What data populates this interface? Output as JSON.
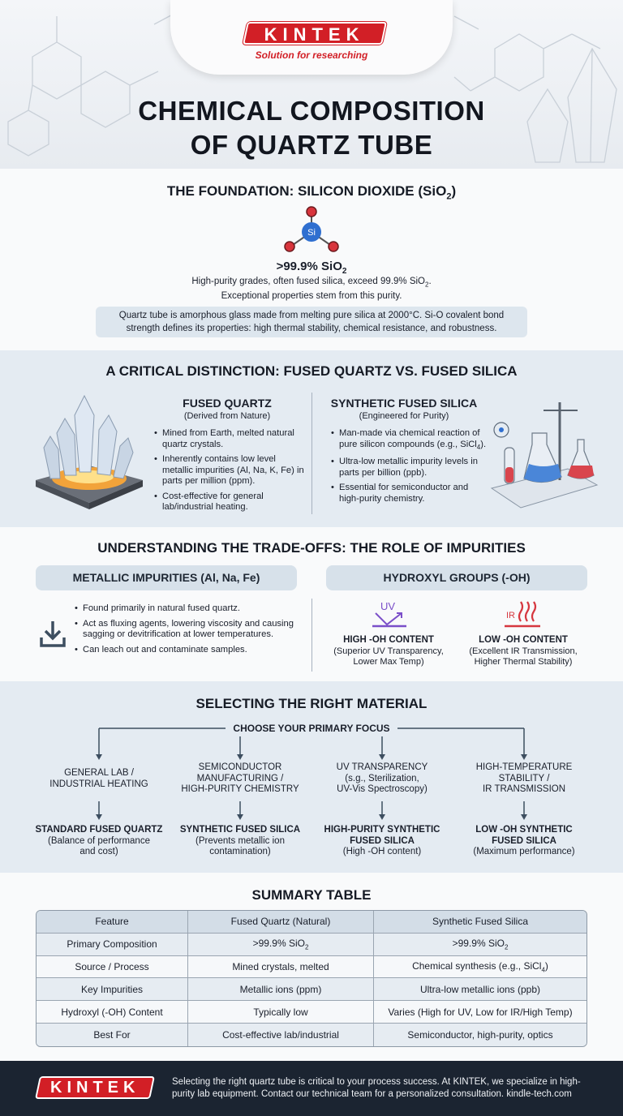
{
  "header": {
    "brand": "KINTEK",
    "tagline": "Solution for researching",
    "title_line1": "CHEMICAL COMPOSITION",
    "title_line2": "OF QUARTZ TUBE"
  },
  "foundation": {
    "title": "THE FOUNDATION: SILICON DIOXIDE (SiO",
    "title_sub": "2",
    "title_end": ")",
    "si_label": "Si",
    "purity": ">99.9% SiO",
    "purity_sub": "2",
    "line1": "High-purity grades, often fused silica, exceed 99.9% SiO",
    "line1_sub": "2",
    "line1_end": ".",
    "line2": "Exceptional properties stem from this purity.",
    "box_line1": "Quartz tube is amorphous glass made from melting pure silica at 2000°C. Si-O covalent bond",
    "box_line2": "strength defines its properties: high thermal stability, chemical resistance, and robustness."
  },
  "distinction": {
    "title": "A CRITICAL DISTINCTION: FUSED QUARTZ VS. FUSED SILICA",
    "left_title": "FUSED QUARTZ",
    "left_sub": "(Derived from Nature)",
    "left_b1": "Mined from Earth, melted natural quartz crystals.",
    "left_b2": "Inherently contains low level metallic impurities (Al, Na, K, Fe) in parts per million (ppm).",
    "left_b3": "Cost-effective for general lab/industrial heating.",
    "right_title": "SYNTHETIC FUSED SILICA",
    "right_sub": "(Engineered for Purity)",
    "right_b1a": "Man-made via chemical reaction of pure silicon compounds (e.g., SiCl",
    "right_b1_sub": "4",
    "right_b1b": ").",
    "right_b2": "Ultra-low metallic impurity levels in parts per billion (ppb).",
    "right_b3": "Essential for semiconductor and high-purity chemistry."
  },
  "tradeoffs": {
    "title": "UNDERSTANDING THE TRADE-OFFS: THE ROLE OF IMPURITIES",
    "left_pill": "METALLIC IMPURITIES (Al, Na, Fe)",
    "left_b1": "Found primarily in natural fused quartz.",
    "left_b2": "Act as fluxing agents, lowering viscosity and causing sagging or devitrification at lower temperatures.",
    "left_b3": "Can leach out and contaminate samples.",
    "right_pill": "HYDROXYL GROUPS (-OH)",
    "uv_icon_text": "UV",
    "ir_icon_text": "IR",
    "high_title": "HIGH -OH CONTENT",
    "high_desc1": "(Superior UV Transparency,",
    "high_desc2": "Lower Max Temp)",
    "low_title": "LOW -OH CONTENT",
    "low_desc1": "(Excellent IR Transmission,",
    "low_desc2": "Higher Thermal Stability)"
  },
  "selecting": {
    "title": "SELECTING THE RIGHT MATERIAL",
    "focus": "CHOOSE YOUR PRIMARY FOCUS",
    "options": [
      {
        "l1": "GENERAL LAB /",
        "l2": "INDUSTRIAL HEATING",
        "l3": ""
      },
      {
        "l1": "SEMICONDUCTOR",
        "l2": "MANUFACTURING /",
        "l3": "HIGH-PURITY CHEMISTRY"
      },
      {
        "l1": "UV TRANSPARENCY",
        "l2": "(s.g., Sterilization,",
        "l3": "UV-Vis Spectroscopy)"
      },
      {
        "l1": "HIGH-TEMPERATURE",
        "l2": "STABILITY /",
        "l3": "IR TRANSMISSION"
      }
    ],
    "results": [
      {
        "l1": "STANDARD FUSED QUARTZ",
        "l2": "(Balance of performance",
        "l3": "and cost)"
      },
      {
        "l1": "SYNTHETIC FUSED SILICA",
        "l2": "(Prevents metallic ion",
        "l3": "contamination)"
      },
      {
        "l1": "HIGH-PURITY SYNTHETIC",
        "l2": "FUSED SILICA",
        "l3": "(High -OH content)"
      },
      {
        "l1": "LOW -OH SYNTHETIC",
        "l2": "FUSED SILICA",
        "l3": "(Maximum performance)"
      }
    ]
  },
  "summary": {
    "title": "SUMMARY TABLE",
    "headers": [
      "Feature",
      "Fused Quartz (Natural)",
      "Synthetic Fused Silica"
    ],
    "r1": [
      "Primary Composition",
      ">99.9% SiO",
      "2",
      ">99.9% SiO",
      "2"
    ],
    "r2": [
      "Source / Process",
      "Mined crystals, melted",
      "Chemical synthesis (e.g., SiCl",
      "4",
      ")"
    ],
    "r3": [
      "Key Impurities",
      "Metallic ions (ppm)",
      "Ultra-low metallic ions (ppb)"
    ],
    "r4": [
      "Hydroxyl (-OH) Content",
      "Typically low",
      "Varies (High for UV, Low for IR/High Temp)"
    ],
    "r5": [
      "Best For",
      "Cost-effective lab/industrial",
      "Semiconductor, high-purity, optics"
    ]
  },
  "footer": {
    "brand": "KINTEK",
    "text": "Selecting the right quartz tube is critical to your process success. At KINTEK, we specialize in high-purity lab equipment. Contact our technical team for a personalized consultation. kindle-tech.com"
  },
  "colors": {
    "brand_red": "#d21f26",
    "footer_bg": "#1b2431",
    "section_blue": "#e4ebf2",
    "arrow": "#3d4e60"
  }
}
